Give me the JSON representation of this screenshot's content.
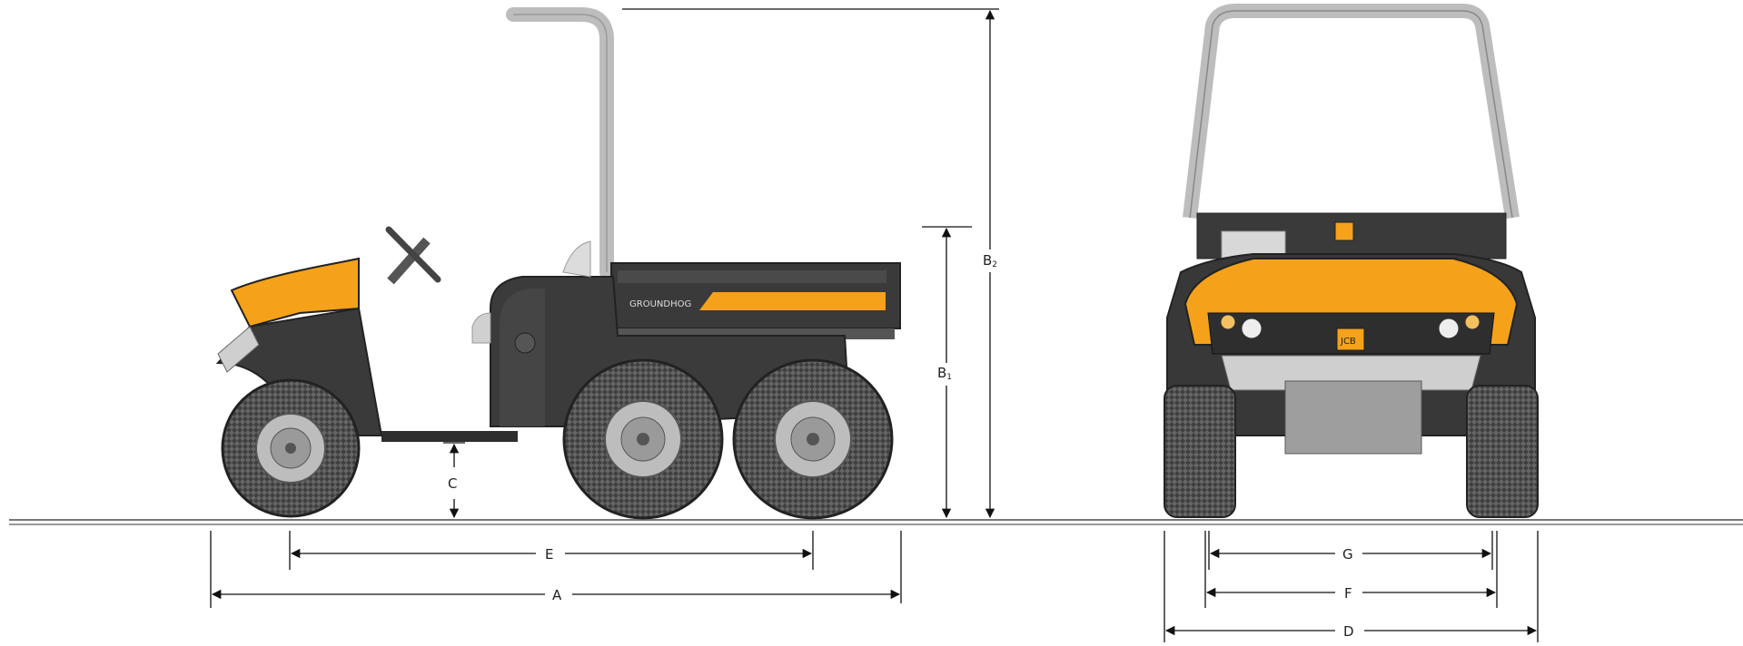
{
  "brand": {
    "body_color": "#F5A21A",
    "dark_color": "#3a3a3a",
    "tire_color": "#4a4a4a",
    "frame_color": "#cfcfcf"
  },
  "vehicle": {
    "model_label": "GROUNDHOG",
    "logo_text": "JCB"
  },
  "dimensions": {
    "A": "A",
    "B1": "B",
    "B1_sub": "1",
    "B2": "B",
    "B2_sub": "2",
    "C": "C",
    "D": "D",
    "E": "E",
    "F": "F",
    "G": "G"
  }
}
